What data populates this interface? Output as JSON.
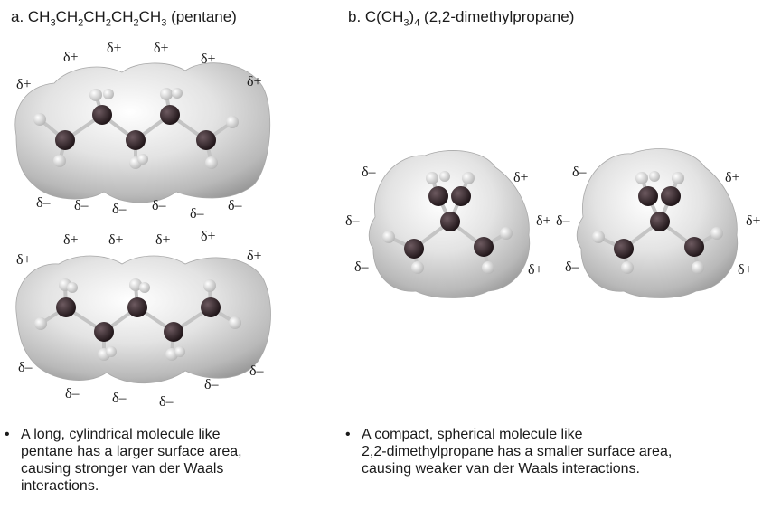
{
  "panel_a": {
    "label_prefix": "a. ",
    "formula_parts": [
      "CH",
      "3",
      "CH",
      "2",
      "CH",
      "2",
      "CH",
      "2",
      "CH",
      "3"
    ],
    "name": " (pentane)"
  },
  "panel_b": {
    "label_prefix": "b. ",
    "formula_parts": [
      "C(CH",
      "3",
      ")",
      "4"
    ],
    "name": " (2,2-dimethylpropane)"
  },
  "charges": {
    "positive": "δ+",
    "negative": "δ–"
  },
  "bullets": {
    "a": "A long, cylindrical molecule like\npentane has a larger surface area,\ncausing stronger van der Waals\ninteractions.",
    "b": "A compact, spherical molecule like\n2,2-dimethylpropane has a smaller surface area,\ncausing weaker van der Waals interactions.",
    "marker": "•"
  },
  "colors": {
    "surface_light": "#f4f4f4",
    "surface_dark": "#9a9a9a",
    "carbon": "#2b1e22",
    "hydrogen": "#e6e6e6",
    "bond": "#bcbcbc"
  }
}
